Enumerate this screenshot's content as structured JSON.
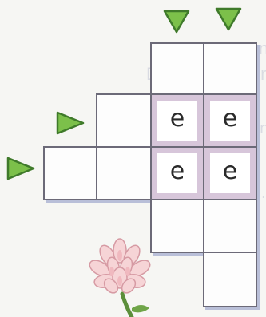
{
  "background_text": {
    "line1": "Sonnenaufgang",
    "line2": "Die Freunde sind mit",
    "line3": "Erdbeeren und",
    "line4": "... Englisch ..."
  },
  "grid": {
    "filled_letter": "e",
    "cells": [
      {
        "id": "r1c4",
        "letter": ""
      },
      {
        "id": "r1c5",
        "letter": ""
      },
      {
        "id": "r2c3",
        "letter": ""
      },
      {
        "id": "r2c4",
        "letter": "e"
      },
      {
        "id": "r2c5",
        "letter": "e"
      },
      {
        "id": "r3c2",
        "letter": ""
      },
      {
        "id": "r3c3",
        "letter": ""
      },
      {
        "id": "r3c4",
        "letter": "e"
      },
      {
        "id": "r3c5",
        "letter": "e"
      },
      {
        "id": "r4c4",
        "letter": ""
      },
      {
        "id": "r4c5",
        "letter": ""
      },
      {
        "id": "r5c5",
        "letter": ""
      }
    ]
  },
  "colors": {
    "arrow_fill": "#7cc04a",
    "arrow_stroke": "#3f7a2a",
    "cell_border": "#6c6a78",
    "cell_shadow": "#b9bfd8",
    "highlight_block": "#d7c6da"
  },
  "icons": {
    "arrow_down_1": "green-triangle-down",
    "arrow_down_2": "green-triangle-down",
    "arrow_right_1": "green-triangle-right",
    "arrow_right_2": "green-triangle-right",
    "flower": "clover-flower-illustration"
  }
}
